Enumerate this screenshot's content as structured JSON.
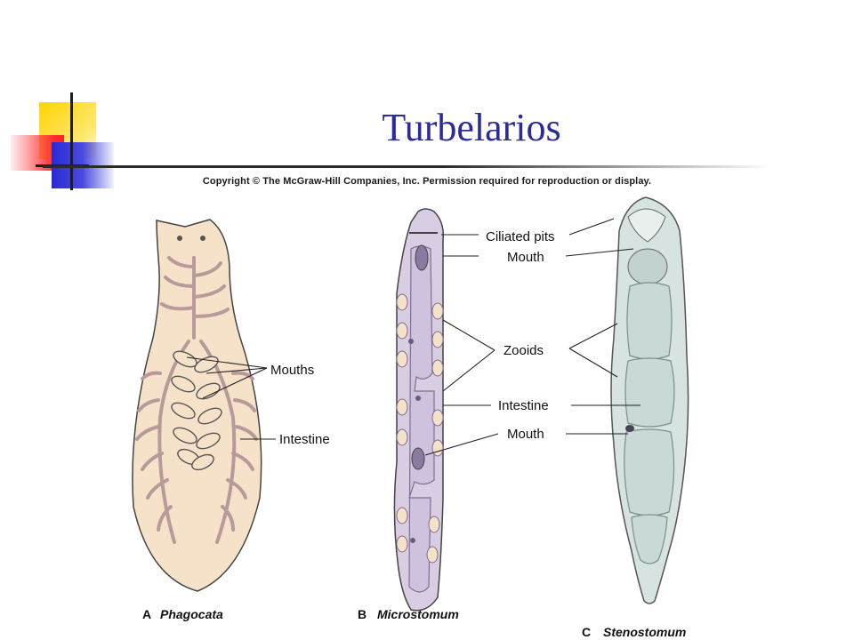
{
  "slide": {
    "title": "Turbelarios",
    "copyright": "Copyright © The McGraw-Hill Companies, Inc. Permission required for reproduction or display."
  },
  "colors": {
    "title": "#2b2b9c",
    "phagocata_body": "#f6e2c8",
    "phagocata_gut": "#b89a9a",
    "microstomum_body": "#d9cde3",
    "stenostomum_body": "#c8d9d6",
    "deco_yellow": "#ffd400",
    "deco_red": "#ff2020",
    "deco_blue": "#2a2ad4"
  },
  "figure": {
    "labels": {
      "ciliated_pits": "Ciliated pits",
      "mouth_b_top": "Mouth",
      "zooids": "Zooids",
      "mouths_a": "Mouths",
      "intestine_b": "Intestine",
      "intestine_a": "Intestine",
      "mouth_b_bottom": "Mouth"
    },
    "captions": {
      "a_letter": "A",
      "a_name": "Phagocata",
      "b_letter": "B",
      "b_name": "Microstomum",
      "c_letter": "C",
      "c_name": "Stenostomum"
    }
  }
}
